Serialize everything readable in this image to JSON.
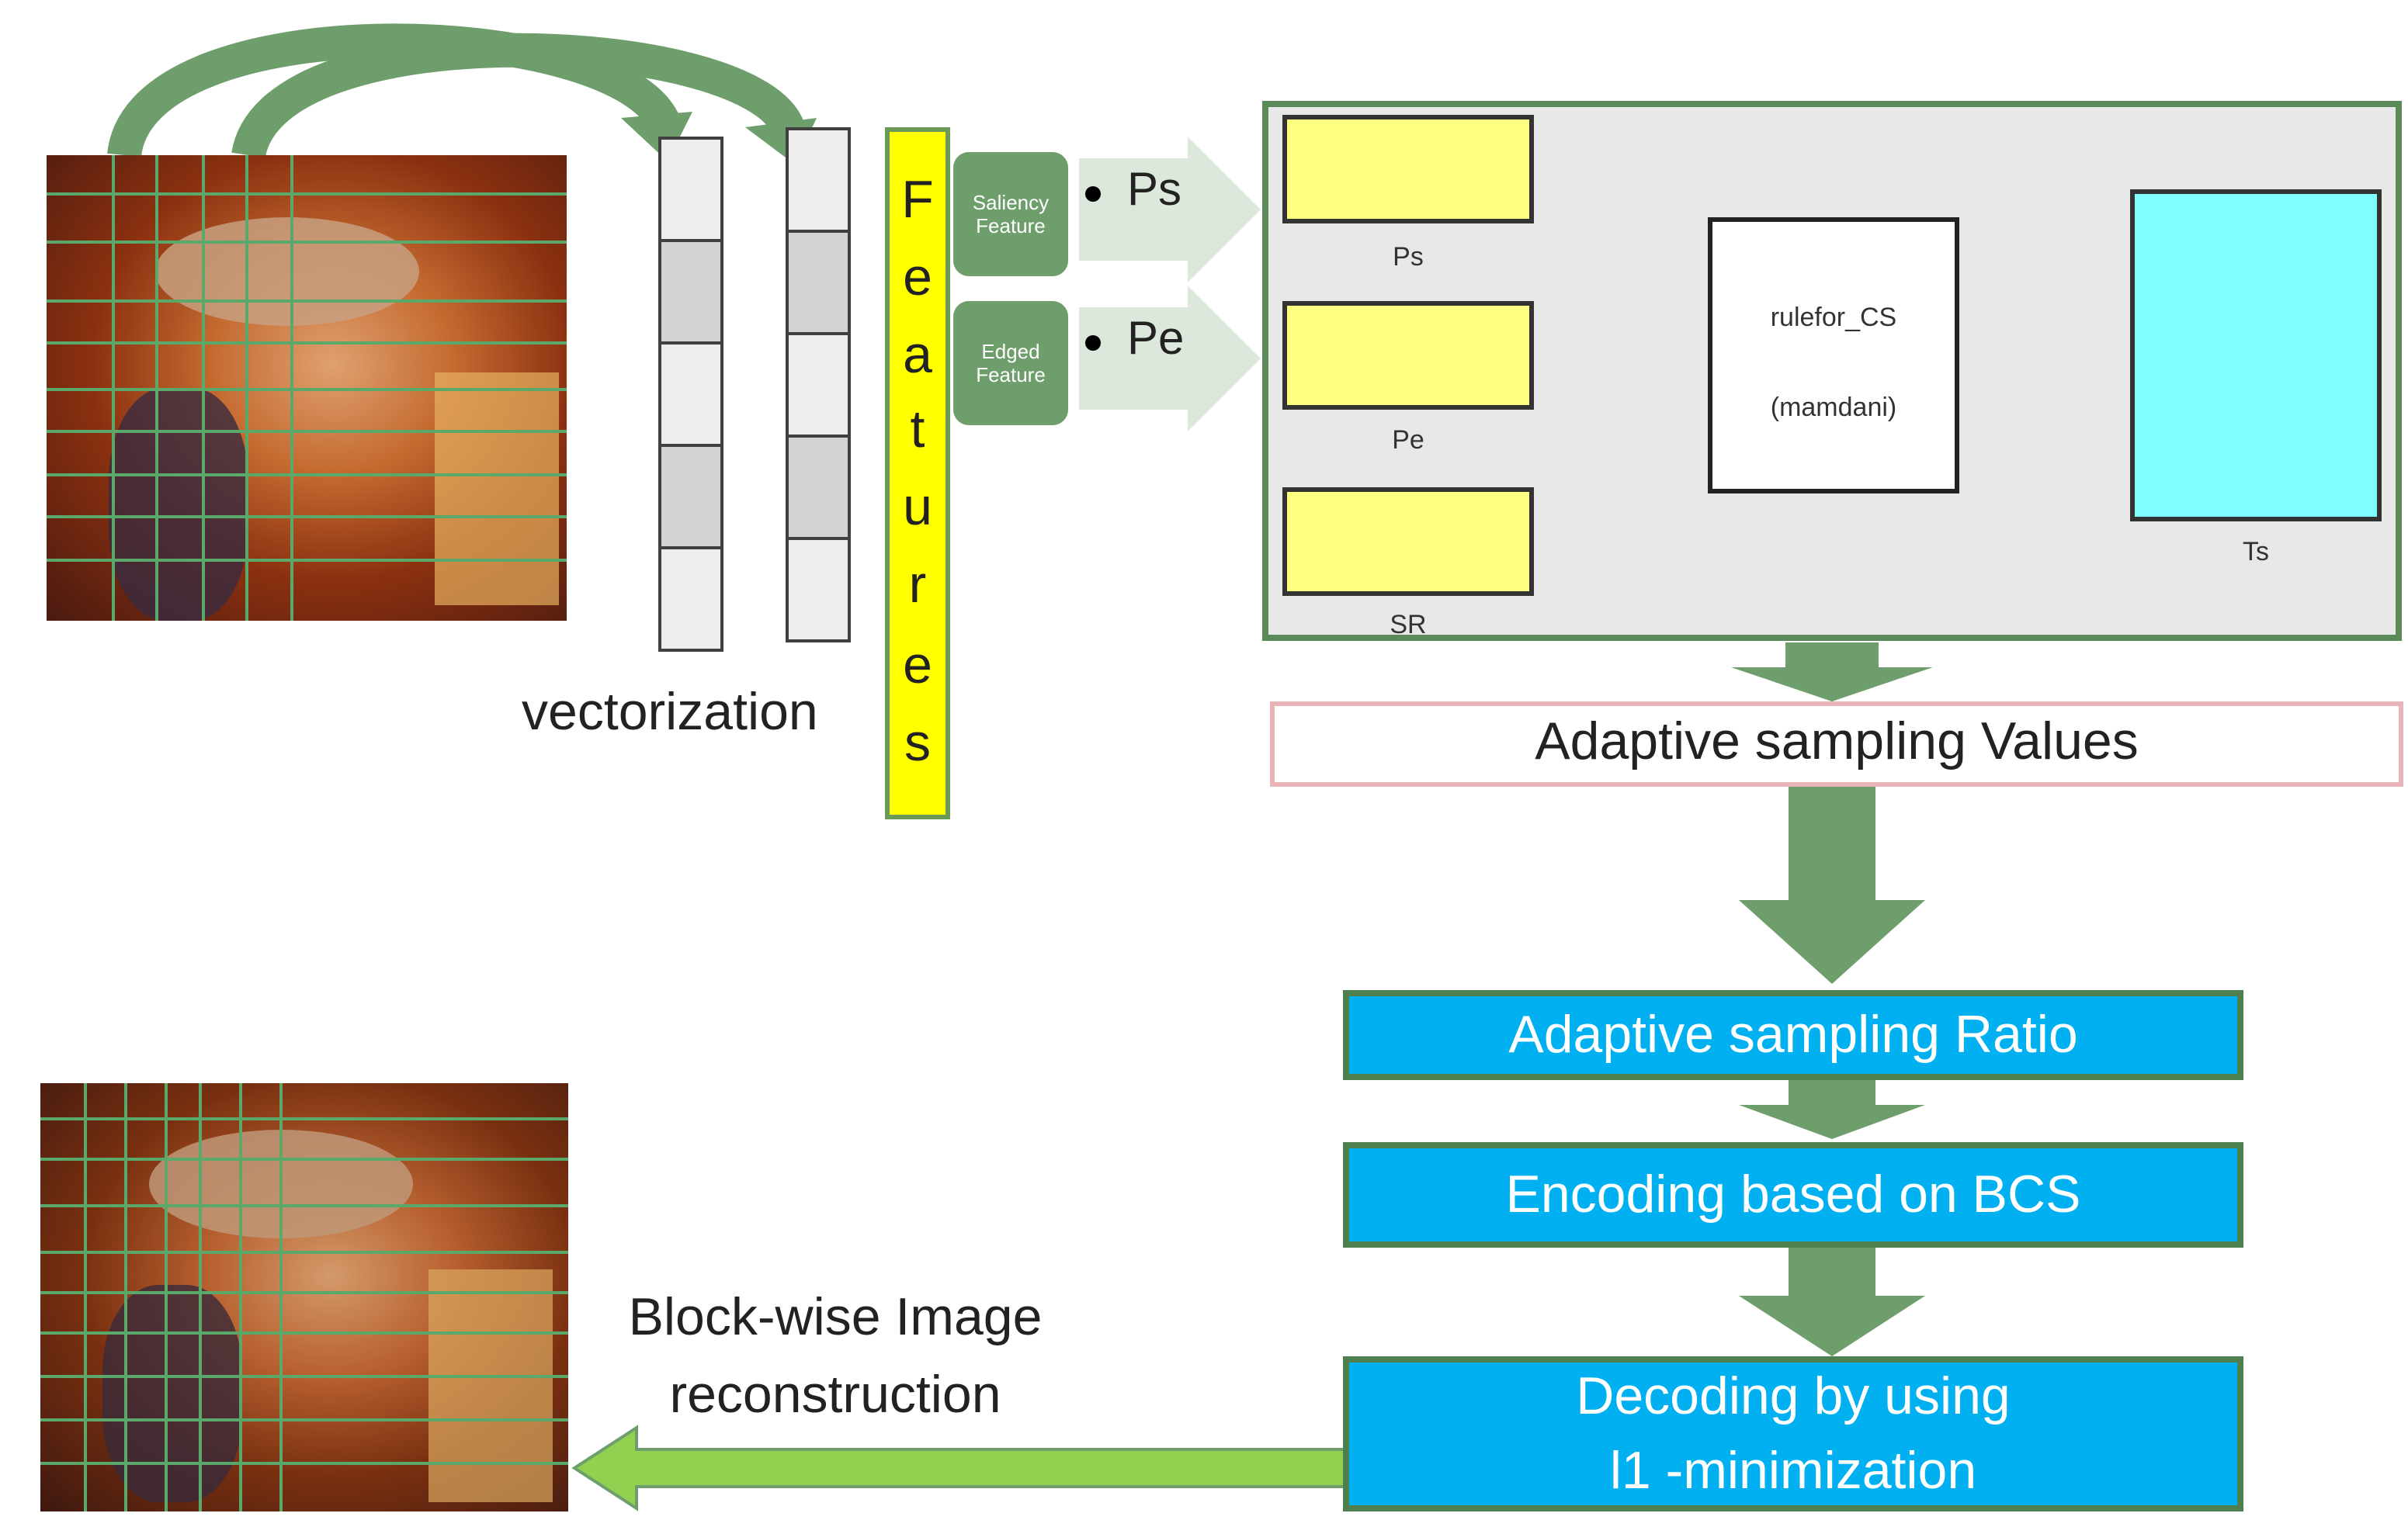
{
  "vectorization_label": "vectorization",
  "features_letters": [
    "F",
    "e",
    "a",
    "t",
    "u",
    "r",
    "e",
    "s"
  ],
  "feature_pills": [
    {
      "line1": "Saliency",
      "line2": "Feature"
    },
    {
      "line1": "Edged",
      "line2": "Feature"
    }
  ],
  "bullet_labels": [
    "Ps",
    "Pe"
  ],
  "fis": {
    "inputs": [
      "Ps",
      "Pe",
      "SR"
    ],
    "rule_name": "rulefor_CS",
    "rule_type": "(mamdani)",
    "output": "Ts"
  },
  "adaptive_sampling_values": "Adaptive sampling Values",
  "adaptive_sampling_ratio": "Adaptive sampling Ratio",
  "encoding": "Encoding based on BCS",
  "decoding": {
    "line1": "Decoding by using",
    "line2": "l1 -minimization"
  },
  "reconstruction": {
    "line1": "Block-wise Image",
    "line2": "reconstruction"
  },
  "colors": {
    "green_arrow": "#6e9e6b",
    "light_green_arrow": "#92d050",
    "blue_box": "#00b0f0",
    "features_yellow": "#ffff00",
    "mf_yellow": "#ffff80",
    "output_cyan": "#80ffff"
  }
}
